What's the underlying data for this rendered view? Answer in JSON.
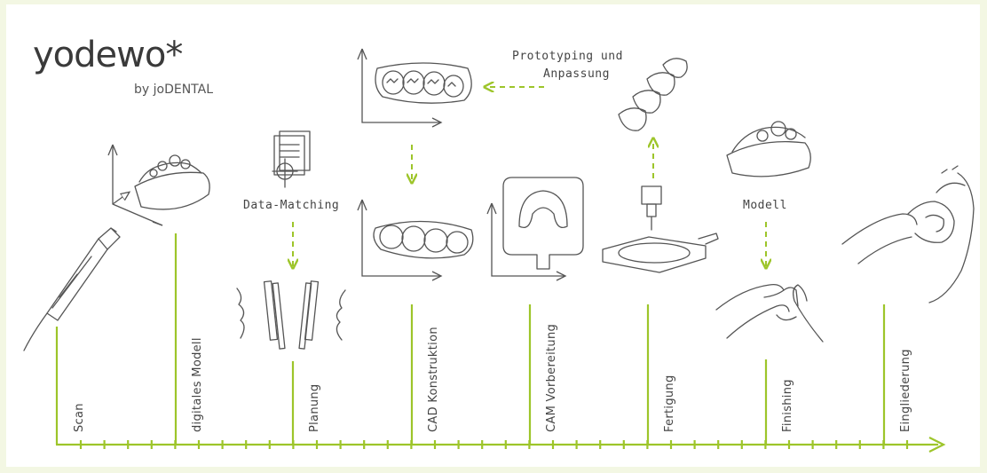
{
  "brand": {
    "name": "yodewo*",
    "sub": "by joDENTAL"
  },
  "labels": {
    "prototyping_line1": "Prototyping und",
    "prototyping_line2": "Anpassung",
    "data_matching": "Data-Matching",
    "modell": "Modell"
  },
  "steps": [
    {
      "id": "scan",
      "label": "Scan"
    },
    {
      "id": "digitales-modell",
      "label": "digitales Modell"
    },
    {
      "id": "planung",
      "label": "Planung"
    },
    {
      "id": "cad",
      "label": "CAD Konstruktion"
    },
    {
      "id": "cam",
      "label": "CAM Vorbereitung"
    },
    {
      "id": "fertigung",
      "label": "Fertigung"
    },
    {
      "id": "finishing",
      "label": "Finishing"
    },
    {
      "id": "eingliederung",
      "label": "Eingliederung"
    }
  ],
  "colors": {
    "accent": "#9dc52a",
    "ink": "#555555",
    "background": "#f3f7e3"
  }
}
